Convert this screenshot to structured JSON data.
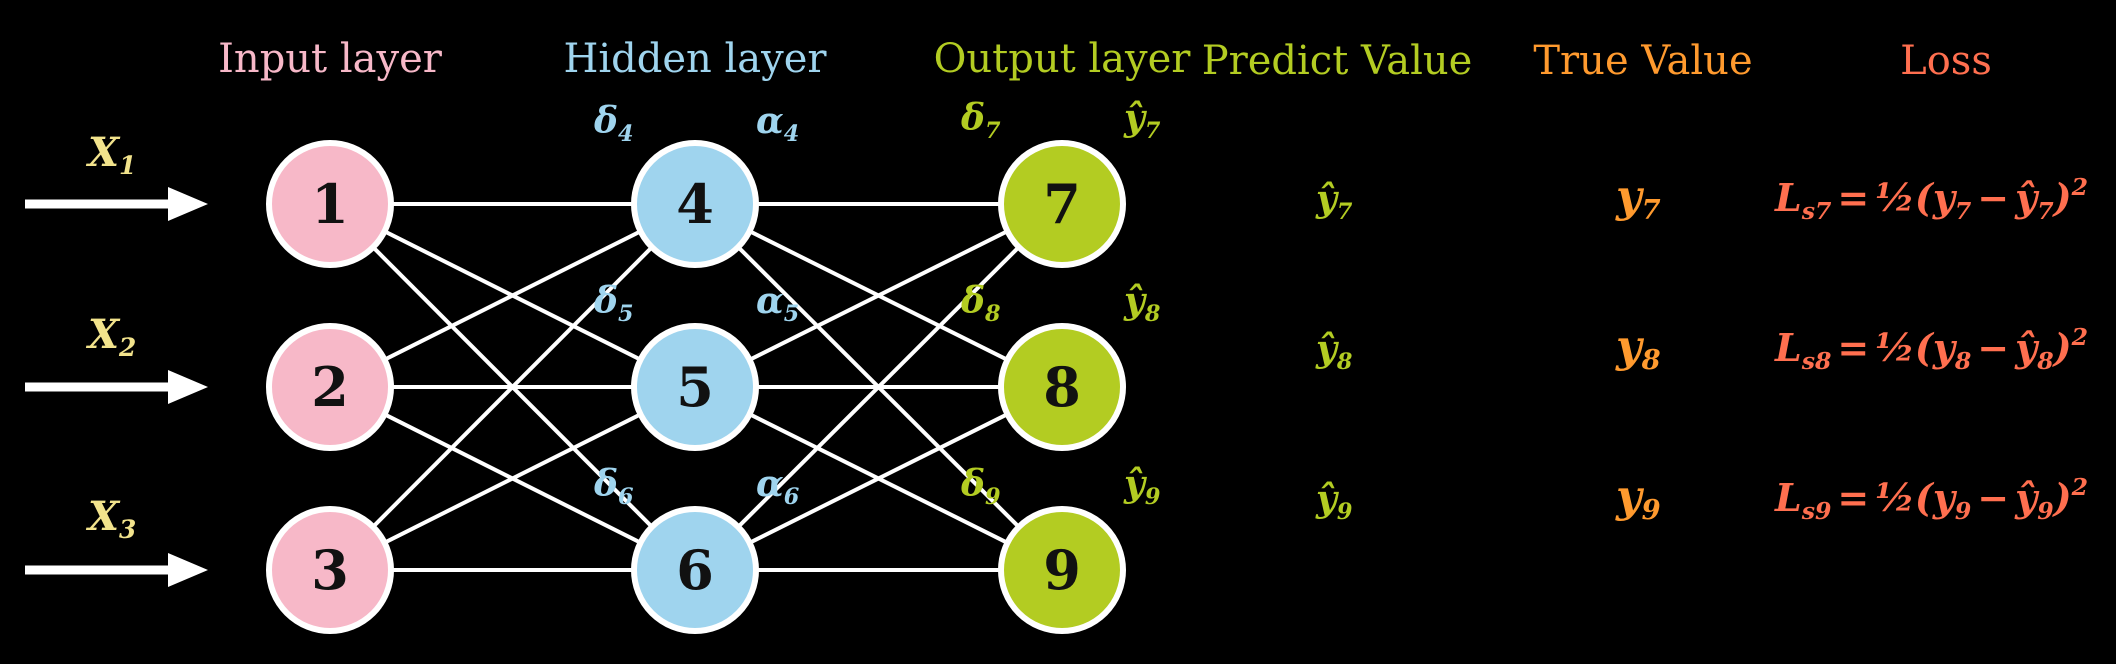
{
  "headers": {
    "input_layer": "Input layer",
    "hidden_layer": "Hidden layer",
    "output_layer": "Output layer",
    "predict_value": "Predict Value",
    "true_value": "True Value",
    "loss": "Loss"
  },
  "colors": {
    "background": "#000000",
    "input": "#f7b8c8",
    "hidden": "#9fd4ee",
    "output": "#b3cc22",
    "true_value": "#ff9a2e",
    "loss": "#ff6f4f",
    "edges": "#ffffff",
    "x_label": "#f2e38c"
  },
  "inputs": [
    {
      "sym": "X",
      "sub": "1"
    },
    {
      "sym": "X",
      "sub": "2"
    },
    {
      "sym": "X",
      "sub": "3"
    }
  ],
  "nodes": {
    "input": [
      "1",
      "2",
      "3"
    ],
    "hidden": [
      "4",
      "5",
      "6"
    ],
    "output": [
      "7",
      "8",
      "9"
    ]
  },
  "hidden_annotations": [
    {
      "delta": "δ",
      "delta_sub": "4",
      "alpha": "α",
      "alpha_sub": "4"
    },
    {
      "delta": "δ",
      "delta_sub": "5",
      "alpha": "α",
      "alpha_sub": "5"
    },
    {
      "delta": "δ",
      "delta_sub": "6",
      "alpha": "α",
      "alpha_sub": "6"
    }
  ],
  "output_annotations": [
    {
      "delta": "δ",
      "delta_sub": "7",
      "yhat": "ŷ",
      "yhat_sub": "7"
    },
    {
      "delta": "δ",
      "delta_sub": "8",
      "yhat": "ŷ",
      "yhat_sub": "8"
    },
    {
      "delta": "δ",
      "delta_sub": "9",
      "yhat": "ŷ",
      "yhat_sub": "9"
    }
  ],
  "rows": [
    {
      "pred": "ŷ",
      "pred_sub": "7",
      "true": "y",
      "true_sub": "7",
      "loss_lhs": "L",
      "loss_lhs_sub": "s7",
      "loss_eq": "=",
      "half": "½",
      "loss_open": "(y",
      "loss_y_sub": "7",
      "loss_minus": "−",
      "loss_yhat": "ŷ",
      "loss_yhat_sub": "7",
      "loss_close": ")",
      "loss_pow": "2"
    },
    {
      "pred": "ŷ",
      "pred_sub": "8",
      "true": "y",
      "true_sub": "8",
      "loss_lhs": "L",
      "loss_lhs_sub": "s8",
      "loss_eq": "=",
      "half": "½",
      "loss_open": "(y",
      "loss_y_sub": "8",
      "loss_minus": "−",
      "loss_yhat": "ŷ",
      "loss_yhat_sub": "8",
      "loss_close": ")",
      "loss_pow": "2"
    },
    {
      "pred": "ŷ",
      "pred_sub": "9",
      "true": "y",
      "true_sub": "9",
      "loss_lhs": "L",
      "loss_lhs_sub": "s9",
      "loss_eq": "=",
      "half": "½",
      "loss_open": "(y",
      "loss_y_sub": "9",
      "loss_minus": "−",
      "loss_yhat": "ŷ",
      "loss_yhat_sub": "9",
      "loss_close": ")",
      "loss_pow": "2"
    }
  ]
}
